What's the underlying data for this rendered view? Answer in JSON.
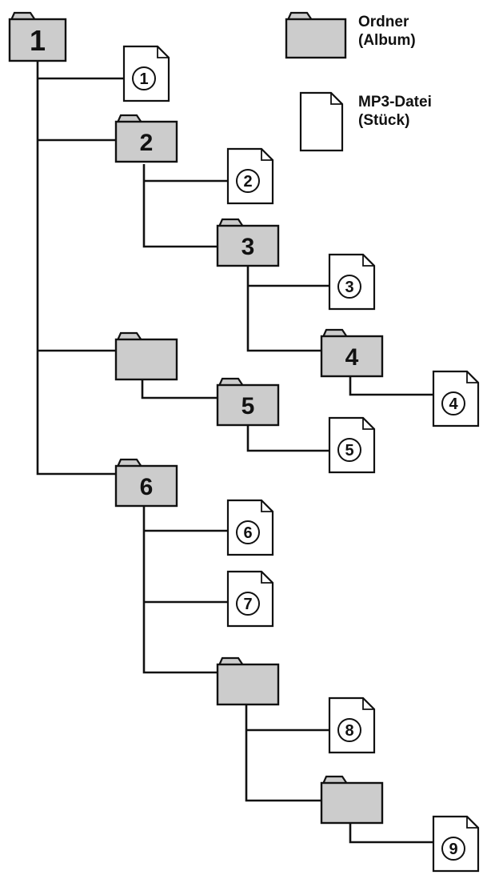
{
  "colors": {
    "folder_fill": "#cccccc",
    "file_fill": "#ffffff",
    "line": "#111111",
    "text": "#111111"
  },
  "legend": {
    "folder": {
      "icon": "folder-icon",
      "label_line1": "Ordner",
      "label_line2": "(Album)"
    },
    "file": {
      "icon": "file-icon",
      "label_line1": "MP3-Datei",
      "label_line2": "(Stück)"
    }
  },
  "tree": {
    "folders": [
      {
        "id": "f1",
        "label": "1"
      },
      {
        "id": "f2",
        "label": "2"
      },
      {
        "id": "f3",
        "label": "3"
      },
      {
        "id": "fA",
        "label": ""
      },
      {
        "id": "f4",
        "label": "4"
      },
      {
        "id": "f5",
        "label": "5"
      },
      {
        "id": "f6",
        "label": "6"
      },
      {
        "id": "fB",
        "label": ""
      },
      {
        "id": "fC",
        "label": ""
      }
    ],
    "files": [
      {
        "id": "t1",
        "label": "1"
      },
      {
        "id": "t2",
        "label": "2"
      },
      {
        "id": "t3",
        "label": "3"
      },
      {
        "id": "t4",
        "label": "4"
      },
      {
        "id": "t5",
        "label": "5"
      },
      {
        "id": "t6",
        "label": "6"
      },
      {
        "id": "t7",
        "label": "7"
      },
      {
        "id": "t8",
        "label": "8"
      },
      {
        "id": "t9",
        "label": "9"
      }
    ]
  }
}
